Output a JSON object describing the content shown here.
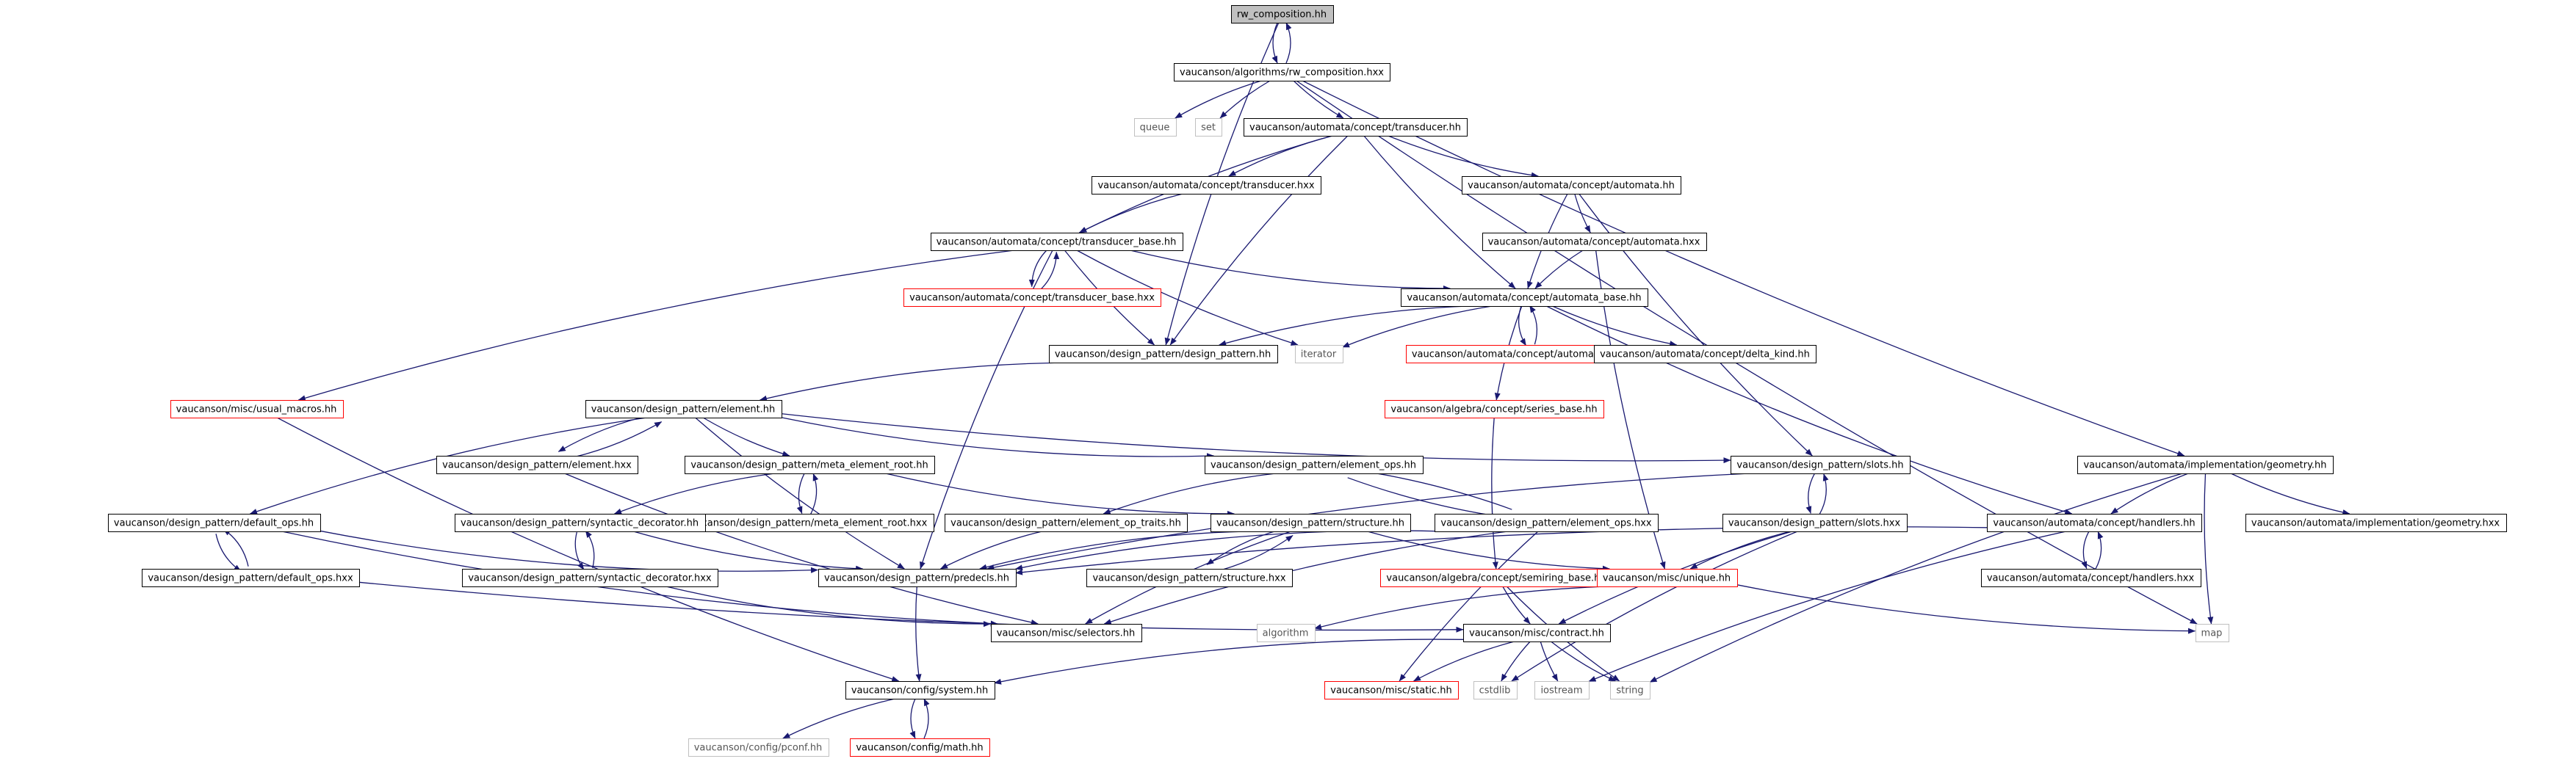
{
  "colors": {
    "edge": "#191970",
    "border_default": "#000000",
    "border_missing": "#ff0000",
    "border_external": "#c0c0c0",
    "root_fill": "#c0c0c0"
  },
  "nodes": [
    {
      "id": "root",
      "label": "rw_composition.hh",
      "kind": "root"
    },
    {
      "id": "rwhxx",
      "label": "vaucanson/algorithms/rw_composition.hxx",
      "kind": "normal"
    },
    {
      "id": "queue",
      "label": "queue",
      "kind": "external"
    },
    {
      "id": "set",
      "label": "set",
      "kind": "external"
    },
    {
      "id": "trans_hh",
      "label": "vaucanson/automata/concept/transducer.hh",
      "kind": "normal"
    },
    {
      "id": "trans_hxx",
      "label": "vaucanson/automata/concept/transducer.hxx",
      "kind": "normal"
    },
    {
      "id": "auto_hh",
      "label": "vaucanson/automata/concept/automata.hh",
      "kind": "normal"
    },
    {
      "id": "auto_hxx",
      "label": "vaucanson/automata/concept/automata.hxx",
      "kind": "normal"
    },
    {
      "id": "tbase_hh",
      "label": "vaucanson/automata/concept/transducer_base.hh",
      "kind": "normal"
    },
    {
      "id": "tbase_hxx",
      "label": "vaucanson/automata/concept/transducer_base.hxx",
      "kind": "missing"
    },
    {
      "id": "abase_hh",
      "label": "vaucanson/automata/concept/automata_base.hh",
      "kind": "normal"
    },
    {
      "id": "abase_hxx",
      "label": "vaucanson/automata/concept/automata_base.hxx",
      "kind": "missing"
    },
    {
      "id": "delta",
      "label": "vaucanson/automata/concept/delta_kind.hh",
      "kind": "normal"
    },
    {
      "id": "dp_hh",
      "label": "vaucanson/design_pattern/design_pattern.hh",
      "kind": "normal"
    },
    {
      "id": "iterator",
      "label": "iterator",
      "kind": "external"
    },
    {
      "id": "usual",
      "label": "vaucanson/misc/usual_macros.hh",
      "kind": "missing"
    },
    {
      "id": "series",
      "label": "vaucanson/algebra/concept/series_base.hh",
      "kind": "missing"
    },
    {
      "id": "elem_hh",
      "label": "vaucanson/design_pattern/element.hh",
      "kind": "normal"
    },
    {
      "id": "elem_hxx",
      "label": "vaucanson/design_pattern/element.hxx",
      "kind": "normal"
    },
    {
      "id": "mer_hh",
      "label": "vaucanson/design_pattern/meta_element_root.hh",
      "kind": "normal"
    },
    {
      "id": "mer_hxx",
      "label": "vaucanson/design_pattern/meta_element_root.hxx",
      "kind": "normal"
    },
    {
      "id": "eops_hh",
      "label": "vaucanson/design_pattern/element_ops.hh",
      "kind": "normal"
    },
    {
      "id": "eops_hxx",
      "label": "vaucanson/design_pattern/element_ops.hxx",
      "kind": "normal"
    },
    {
      "id": "slots_hh",
      "label": "vaucanson/design_pattern/slots.hh",
      "kind": "normal"
    },
    {
      "id": "slots_hxx",
      "label": "vaucanson/design_pattern/slots.hxx",
      "kind": "normal"
    },
    {
      "id": "geom_hh",
      "label": "vaucanson/automata/implementation/geometry.hh",
      "kind": "normal"
    },
    {
      "id": "geom_hxx",
      "label": "vaucanson/automata/implementation/geometry.hxx",
      "kind": "normal"
    },
    {
      "id": "handlers_hh",
      "label": "vaucanson/automata/concept/handlers.hh",
      "kind": "normal"
    },
    {
      "id": "handlers_hxx",
      "label": "vaucanson/automata/concept/handlers.hxx",
      "kind": "normal"
    },
    {
      "id": "dops_hh",
      "label": "vaucanson/design_pattern/default_ops.hh",
      "kind": "normal"
    },
    {
      "id": "dops_hxx",
      "label": "vaucanson/design_pattern/default_ops.hxx",
      "kind": "normal"
    },
    {
      "id": "synt_hh",
      "label": "vaucanson/design_pattern/syntactic_decorator.hh",
      "kind": "normal"
    },
    {
      "id": "synt_hxx",
      "label": "vaucanson/design_pattern/syntactic_decorator.hxx",
      "kind": "normal"
    },
    {
      "id": "eoptr",
      "label": "vaucanson/design_pattern/element_op_traits.hh",
      "kind": "normal"
    },
    {
      "id": "struct_hh",
      "label": "vaucanson/design_pattern/structure.hh",
      "kind": "normal"
    },
    {
      "id": "struct_hxx",
      "label": "vaucanson/design_pattern/structure.hxx",
      "kind": "normal"
    },
    {
      "id": "predecls",
      "label": "vaucanson/design_pattern/predecls.hh",
      "kind": "normal"
    },
    {
      "id": "semiring",
      "label": "vaucanson/algebra/concept/semiring_base.hh",
      "kind": "missing"
    },
    {
      "id": "unique",
      "label": "vaucanson/misc/unique.hh",
      "kind": "missing"
    },
    {
      "id": "selectors",
      "label": "vaucanson/misc/selectors.hh",
      "kind": "normal"
    },
    {
      "id": "algorithm",
      "label": "algorithm",
      "kind": "external"
    },
    {
      "id": "contract",
      "label": "vaucanson/misc/contract.hh",
      "kind": "normal"
    },
    {
      "id": "map",
      "label": "map",
      "kind": "external"
    },
    {
      "id": "system",
      "label": "vaucanson/config/system.hh",
      "kind": "normal"
    },
    {
      "id": "static",
      "label": "vaucanson/misc/static.hh",
      "kind": "missing"
    },
    {
      "id": "cstdlib",
      "label": "cstdlib",
      "kind": "external"
    },
    {
      "id": "iostream",
      "label": "iostream",
      "kind": "external"
    },
    {
      "id": "string",
      "label": "string",
      "kind": "external"
    },
    {
      "id": "pconf",
      "label": "vaucanson/config/pconf.hh",
      "kind": "external"
    },
    {
      "id": "math",
      "label": "vaucanson/config/math.hh",
      "kind": "missing"
    }
  ],
  "edges": [
    [
      "root",
      "rwhxx"
    ],
    [
      "rwhxx",
      "root"
    ],
    [
      "root",
      "dp_hh"
    ],
    [
      "rwhxx",
      "queue"
    ],
    [
      "rwhxx",
      "set"
    ],
    [
      "rwhxx",
      "trans_hh"
    ],
    [
      "rwhxx",
      "geom_hh"
    ],
    [
      "rwhxx",
      "map"
    ],
    [
      "trans_hh",
      "trans_hxx"
    ],
    [
      "trans_hh",
      "tbase_hh"
    ],
    [
      "trans_hh",
      "dp_hh"
    ],
    [
      "trans_hh",
      "auto_hh"
    ],
    [
      "trans_hh",
      "abase_hh"
    ],
    [
      "trans_hxx",
      "tbase_hh"
    ],
    [
      "auto_hh",
      "auto_hxx"
    ],
    [
      "auto_hh",
      "abase_hh"
    ],
    [
      "auto_hh",
      "slots_hh"
    ],
    [
      "auto_hxx",
      "abase_hh"
    ],
    [
      "auto_hxx",
      "unique"
    ],
    [
      "tbase_hh",
      "tbase_hxx"
    ],
    [
      "tbase_hxx",
      "tbase_hh"
    ],
    [
      "tbase_hh",
      "dp_hh"
    ],
    [
      "tbase_hh",
      "iterator"
    ],
    [
      "tbase_hh",
      "usual"
    ],
    [
      "tbase_hh",
      "abase_hh"
    ],
    [
      "tbase_hh",
      "predecls"
    ],
    [
      "abase_hh",
      "dp_hh"
    ],
    [
      "abase_hh",
      "iterator"
    ],
    [
      "abase_hh",
      "abase_hxx"
    ],
    [
      "abase_hxx",
      "abase_hh"
    ],
    [
      "abase_hh",
      "delta"
    ],
    [
      "abase_hh",
      "series"
    ],
    [
      "abase_hh",
      "handlers_hh"
    ],
    [
      "dp_hh",
      "elem_hh"
    ],
    [
      "usual",
      "system"
    ],
    [
      "series",
      "semiring"
    ],
    [
      "elem_hh",
      "elem_hxx"
    ],
    [
      "elem_hxx",
      "elem_hh"
    ],
    [
      "elem_hh",
      "mer_hh"
    ],
    [
      "elem_hh",
      "eops_hh"
    ],
    [
      "elem_hh",
      "slots_hh"
    ],
    [
      "elem_hh",
      "dops_hh"
    ],
    [
      "elem_hh",
      "predecls"
    ],
    [
      "elem_hxx",
      "selectors"
    ],
    [
      "mer_hh",
      "mer_hxx"
    ],
    [
      "mer_hxx",
      "mer_hh"
    ],
    [
      "mer_hh",
      "synt_hh"
    ],
    [
      "mer_hh",
      "struct_hh"
    ],
    [
      "eops_hh",
      "eops_hxx"
    ],
    [
      "eops_hxx",
      "eops_hh"
    ],
    [
      "eops_hh",
      "eoptr"
    ],
    [
      "eops_hxx",
      "selectors"
    ],
    [
      "eops_hxx",
      "static"
    ],
    [
      "eops_hxx",
      "predecls"
    ],
    [
      "slots_hh",
      "slots_hxx"
    ],
    [
      "slots_hxx",
      "slots_hh"
    ],
    [
      "slots_hh",
      "predecls"
    ],
    [
      "slots_hxx",
      "unique"
    ],
    [
      "slots_hxx",
      "contract"
    ],
    [
      "slots_hxx",
      "cstdlib"
    ],
    [
      "geom_hh",
      "geom_hxx"
    ],
    [
      "geom_hh",
      "handlers_hh"
    ],
    [
      "geom_hh",
      "map"
    ],
    [
      "geom_hh",
      "string"
    ],
    [
      "handlers_hh",
      "handlers_hxx"
    ],
    [
      "handlers_hxx",
      "handlers_hh"
    ],
    [
      "handlers_hh",
      "predecls"
    ],
    [
      "handlers_hh",
      "iostream"
    ],
    [
      "dops_hh",
      "dops_hxx"
    ],
    [
      "dops_hxx",
      "dops_hh"
    ],
    [
      "dops_hh",
      "predecls"
    ],
    [
      "dops_hh",
      "selectors"
    ],
    [
      "dops_hxx",
      "contract"
    ],
    [
      "synt_hh",
      "synt_hxx"
    ],
    [
      "synt_hxx",
      "synt_hh"
    ],
    [
      "synt_hh",
      "predecls"
    ],
    [
      "synt_hxx",
      "selectors"
    ],
    [
      "eoptr",
      "predecls"
    ],
    [
      "struct_hh",
      "struct_hxx"
    ],
    [
      "struct_hxx",
      "struct_hh"
    ],
    [
      "struct_hh",
      "predecls"
    ],
    [
      "struct_hh",
      "selectors"
    ],
    [
      "struct_hh",
      "unique"
    ],
    [
      "predecls",
      "system"
    ],
    [
      "semiring",
      "contract"
    ],
    [
      "semiring",
      "string"
    ],
    [
      "unique",
      "algorithm"
    ],
    [
      "unique",
      "map"
    ],
    [
      "contract",
      "system"
    ],
    [
      "contract",
      "static"
    ],
    [
      "contract",
      "cstdlib"
    ],
    [
      "contract",
      "iostream"
    ],
    [
      "contract",
      "string"
    ],
    [
      "system",
      "pconf"
    ],
    [
      "system",
      "math"
    ],
    [
      "math",
      "system"
    ]
  ]
}
